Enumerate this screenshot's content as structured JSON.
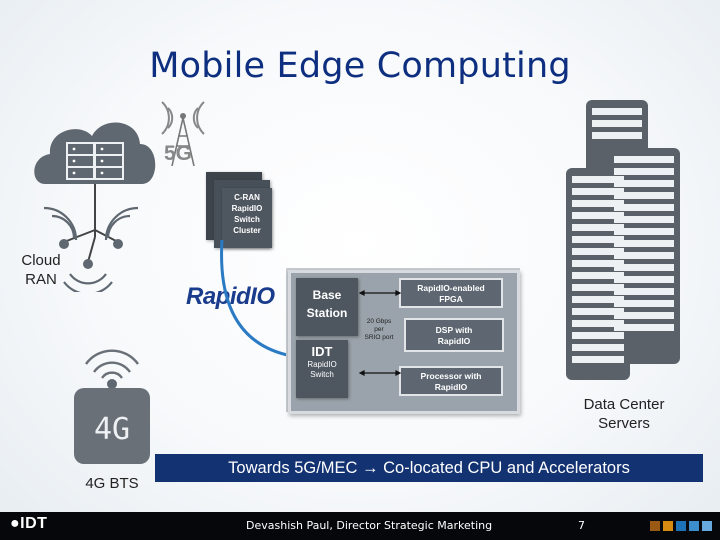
{
  "title": "Mobile Edge Computing",
  "labels": {
    "cloud_ran": "Cloud\nRAN",
    "data_center": "Data Center\nServers",
    "bts_4g": "4G BTS",
    "icon_4g": "4G",
    "icon_5g": "5G"
  },
  "cran_box": "C-RAN\nRapidIO\nSwitch\nCluster",
  "rapidio_logo": "RapidIO",
  "base_station": {
    "title": "Base\nStation",
    "fpga": "RapidIO-enabled\nFPGA",
    "dsp": "DSP with\nRapidIO",
    "processor": "Processor with\nRapidIO",
    "gbps_note": "20 Gbps\nper\nSRIO port",
    "switch_brand": "IDT",
    "switch_label": "RapidIO\nSwitch"
  },
  "banner": "Towards 5G/MEC → Co-located CPU and Accelerators",
  "footer": {
    "logo": "IDT",
    "presenter": "Devashish Paul, Director Strategic Marketing",
    "page": "7"
  },
  "colors": {
    "title": "#0e2f80",
    "banner_bg": "#133272",
    "footer_bg": "#06070a",
    "squares": [
      "#9a5a14",
      "#d58a12",
      "#1d72b8",
      "#3d8ecd",
      "#67a9dc"
    ]
  }
}
